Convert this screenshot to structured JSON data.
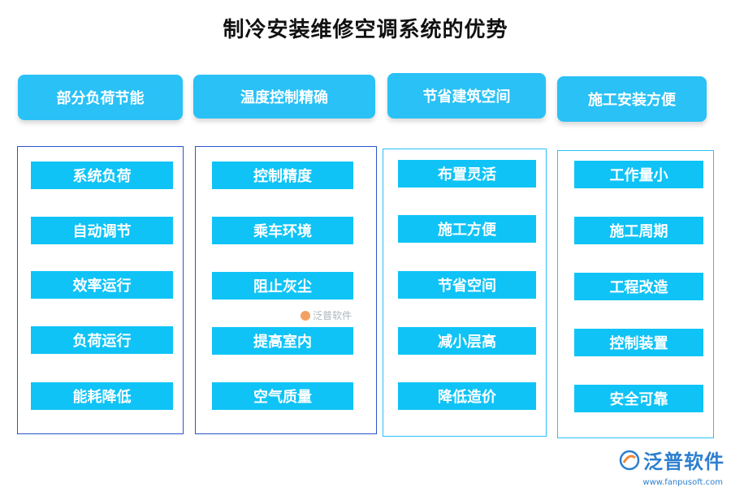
{
  "title": "制冷安装维修空调系统的优势",
  "columns": [
    {
      "header": "部分负荷节能",
      "items": [
        "系统负荷",
        "自动调节",
        "效率运行",
        "负荷运行",
        "能耗降低"
      ]
    },
    {
      "header": "温度控制精确",
      "items": [
        "控制精度",
        "乘车环境",
        "阻止灰尘",
        "提高室内",
        "空气质量"
      ]
    },
    {
      "header": "节省建筑空间",
      "items": [
        "布置灵活",
        "施工方便",
        "节省空间",
        "减小层高",
        "降低造价"
      ]
    },
    {
      "header": "施工安装方便",
      "items": [
        "工作量小",
        "施工周期",
        "工程改造",
        "控制装置",
        "安全可靠"
      ]
    }
  ],
  "watermark": {
    "text": "泛普软件"
  },
  "logo": {
    "text": "泛普软件",
    "url": "www.fanpusoft.com"
  },
  "colors": {
    "header": "#29c1f6",
    "item": "#0fc3f6",
    "box_border_dark": "#2a55c8",
    "box_border_light": "#29c1f6",
    "logo": "#2d7fcf",
    "logo_accent": "#f08a3c"
  }
}
